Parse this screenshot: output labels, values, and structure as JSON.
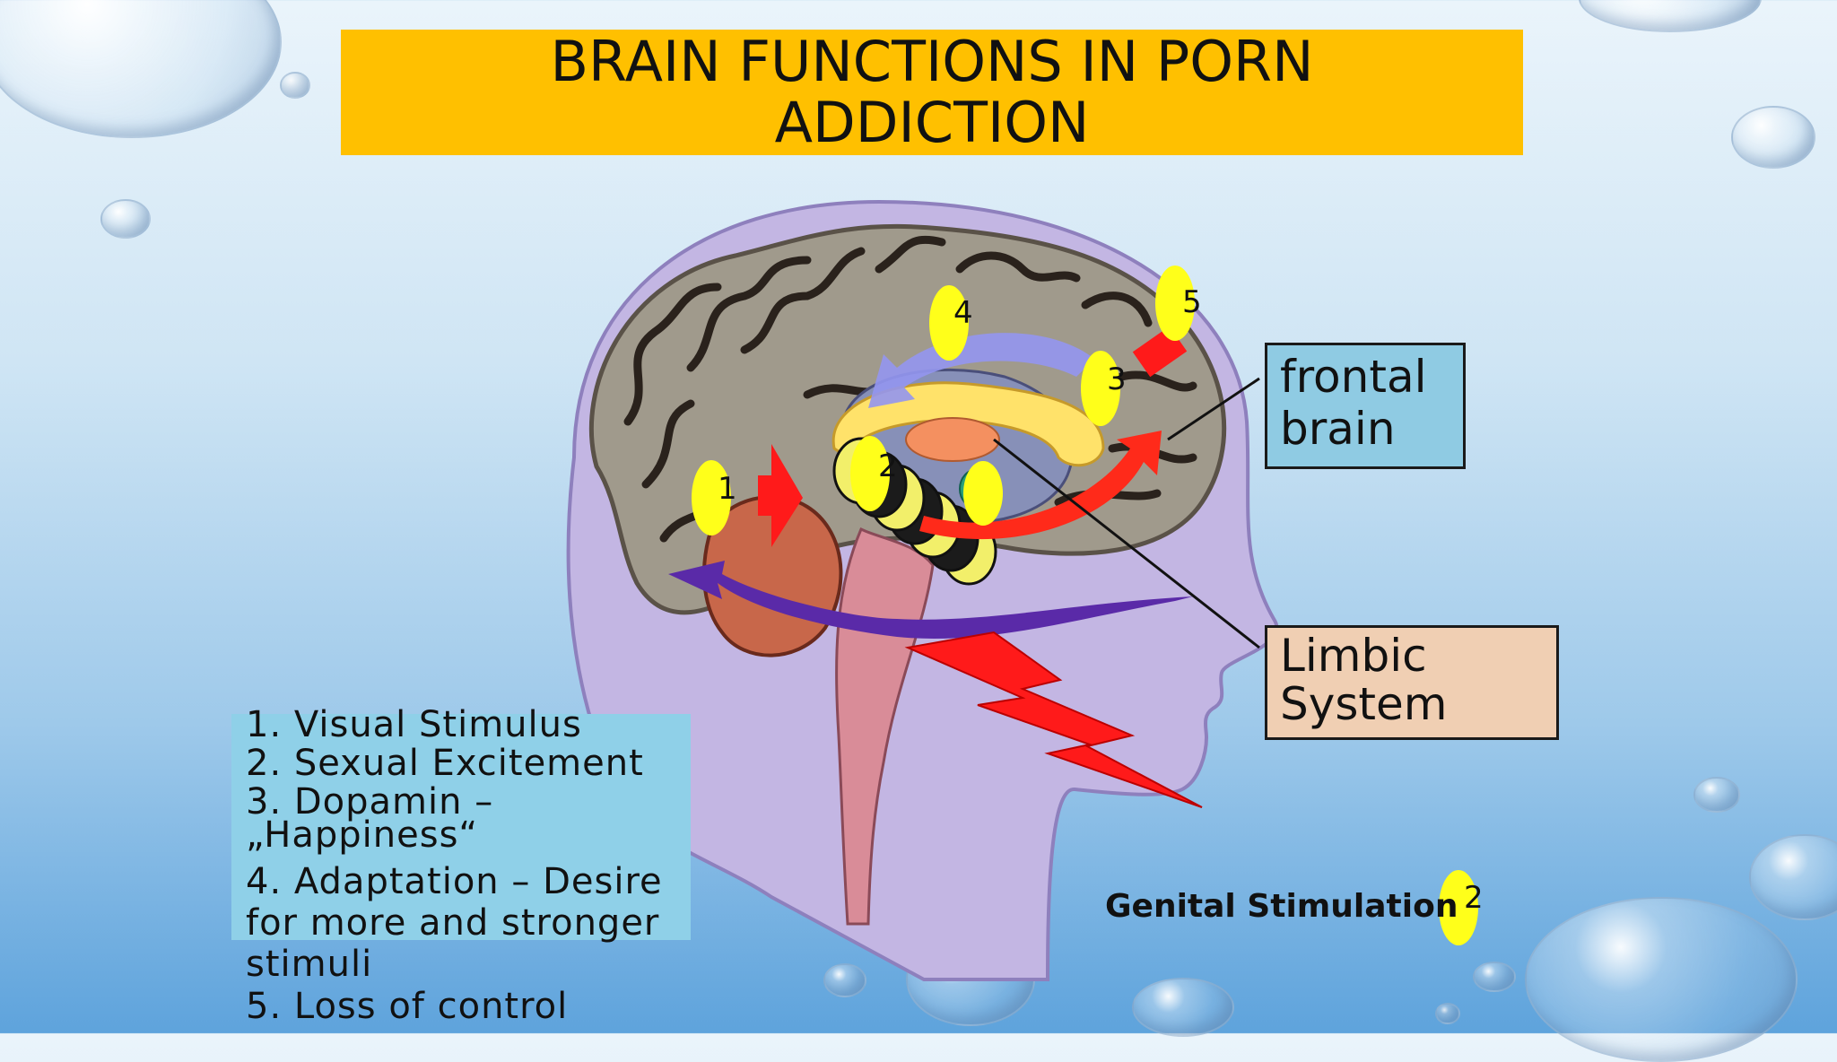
{
  "title": "BRAIN FUNCTIONS IN PORN ADDICTION",
  "labels": {
    "frontal": [
      "frontal",
      "brain"
    ],
    "limbic": [
      "Limbic",
      "System"
    ]
  },
  "markers": [
    "1",
    "2",
    "3",
    "4",
    "5"
  ],
  "legend": [
    "1. Visual Stimulus",
    "2. Sexual Excitement",
    "3. Dopamin – „Happiness“",
    "4. Adaptation – Desire for more and stronger stimuli",
    "5. Loss of control"
  ],
  "genital": {
    "label": "Genital Stimulation",
    "marker": "2"
  },
  "colors": {
    "title_bg": "#ffc000",
    "marker_yellow": "#ffff00",
    "frontal_box": "#8fcbe3",
    "limbic_box": "#f0cfb3",
    "legend_box": "#8fd0e8",
    "arrow_red": "#ff1a1a",
    "arrow_purple": "#8b8ef0"
  }
}
